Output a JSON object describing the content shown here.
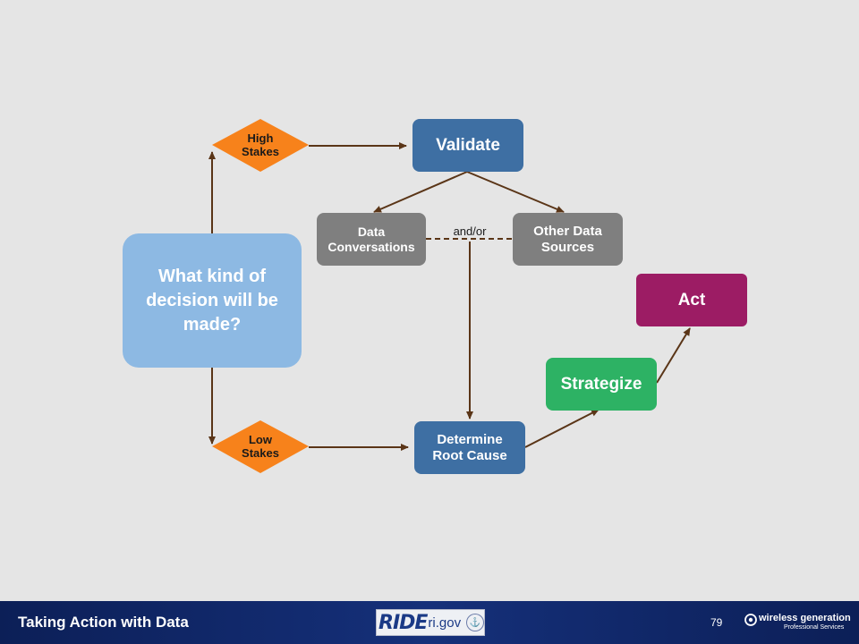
{
  "diagram": {
    "question": "What kind of\ndecision will be\nmade?",
    "high_stakes": "High\nStakes",
    "low_stakes": "Low\nStakes",
    "validate": "Validate",
    "data_conversations": "Data\nConversations",
    "other_data_sources": "Other Data\nSources",
    "andor": "and/or",
    "root_cause": "Determine\nRoot Cause",
    "strategize": "Strategize",
    "act": "Act"
  },
  "colors": {
    "question_box": "#8db9e3",
    "diamond": "#f7821b",
    "blue_box": "#3e6fa3",
    "gray_box": "#7f7f7f",
    "green_box": "#2db264",
    "purple_box": "#9c1c64",
    "arrow": "#5a3517"
  },
  "footer": {
    "title": "Taking Action with Data",
    "ride_mark": "RIDE",
    "ride_domain": "ri.gov",
    "page_number": "79",
    "brand_name": "wireless generation",
    "brand_sub": "Professional Services"
  }
}
